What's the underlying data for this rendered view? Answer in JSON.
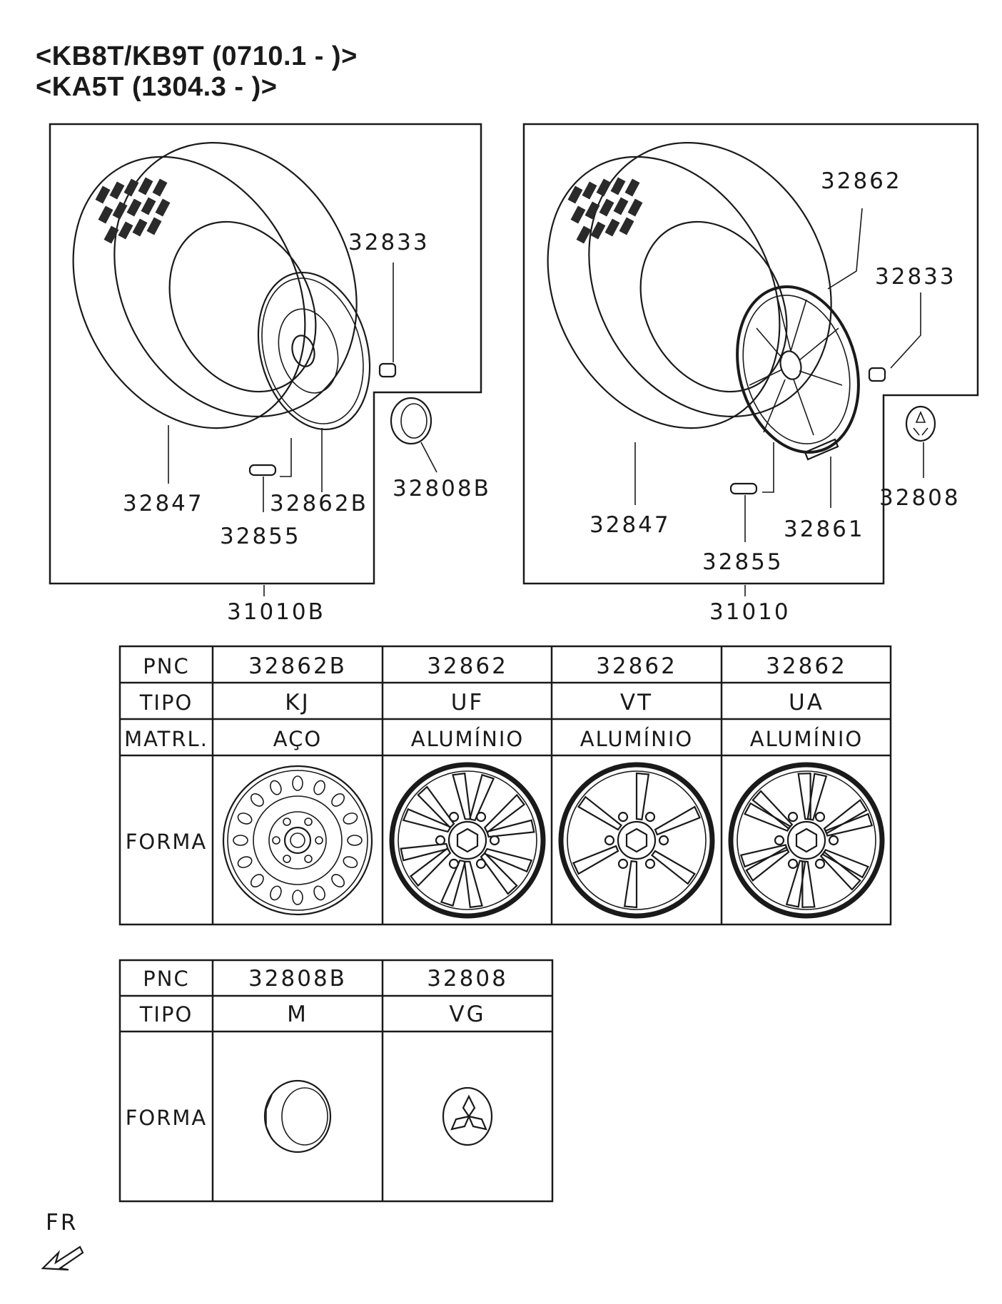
{
  "header": {
    "line1": "<KB8T/KB9T (0710.1 - )>",
    "line2": "<KA5T (1304.3 - )>"
  },
  "left_assembly": {
    "code": "31010B",
    "callouts": {
      "tire": "32847",
      "wheel": "32862B",
      "valve": "32855",
      "nut": "32833",
      "cap": "32808B"
    }
  },
  "right_assembly": {
    "code": "31010",
    "callouts": {
      "tire": "32847",
      "wheel": "32862",
      "valve": "32855",
      "nut": "32833",
      "cap": "32808",
      "weight": "32861"
    }
  },
  "wheel_table": {
    "row_headers": [
      "PNC",
      "TIPO",
      "MATRL.",
      "FORMA"
    ],
    "columns": [
      {
        "pnc": "32862B",
        "tipo": "KJ",
        "matrl": "AÇO",
        "forma": "steel-wheel-icon"
      },
      {
        "pnc": "32862",
        "tipo": "UF",
        "matrl": "ALUMÍNIO",
        "forma": "alloy-wheel-uf-icon"
      },
      {
        "pnc": "32862",
        "tipo": "VT",
        "matrl": "ALUMÍNIO",
        "forma": "alloy-wheel-vt-icon"
      },
      {
        "pnc": "32862",
        "tipo": "UA",
        "matrl": "ALUMÍNIO",
        "forma": "alloy-wheel-ua-icon"
      }
    ]
  },
  "cap_table": {
    "row_headers": [
      "PNC",
      "TIPO",
      "FORMA"
    ],
    "columns": [
      {
        "pnc": "32808B",
        "tipo": "M",
        "forma": "hex-cap-icon"
      },
      {
        "pnc": "32808",
        "tipo": "VG",
        "forma": "emblem-cap-icon"
      }
    ]
  },
  "orientation": {
    "label": "FR",
    "icon": "front-arrow-icon"
  }
}
